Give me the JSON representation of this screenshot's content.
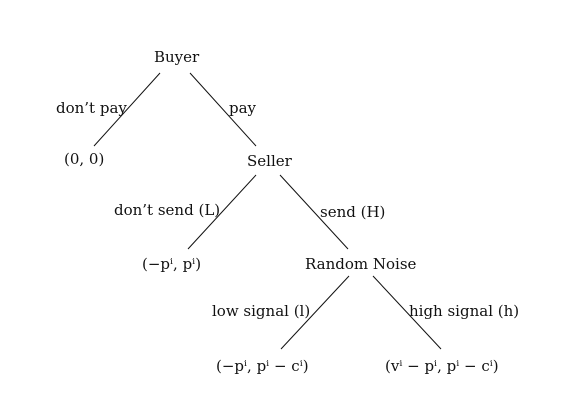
{
  "nodes": {
    "buyer": "Buyer",
    "seller": "Seller",
    "random_noise": "Random Noise"
  },
  "edges": {
    "buyer_dont_pay": "don’t pay",
    "buyer_pay": "pay",
    "seller_dont_send": "don’t send (L)",
    "seller_send": "send (H)",
    "noise_low": "low signal (l)",
    "noise_high": "high signal (h)"
  },
  "payoffs": {
    "dont_pay": "(0, 0)",
    "dont_send": "(−pⁱ, pⁱ)",
    "low_signal": "(−pⁱ, pⁱ − cⁱ)",
    "high_signal": "(vⁱ − pⁱ, pⁱ − cⁱ)"
  }
}
